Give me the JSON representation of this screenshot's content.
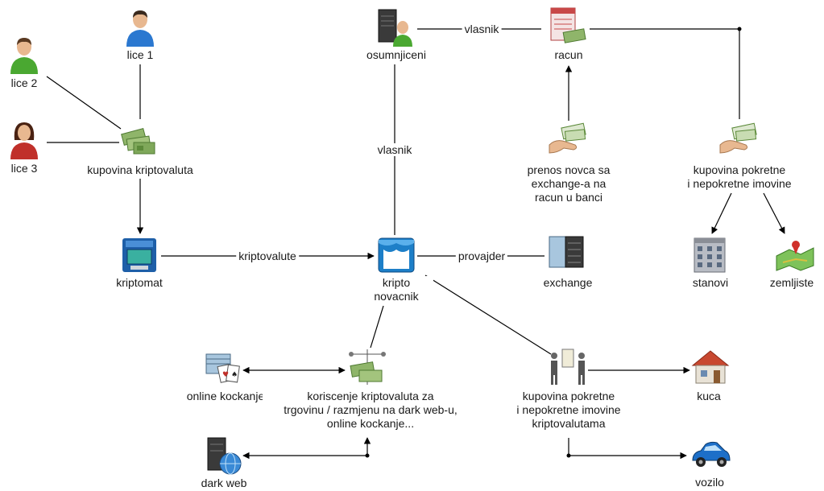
{
  "nodes": {
    "lice1": {
      "label": "lice 1",
      "icon": "person-blue-icon"
    },
    "lice2": {
      "label": "lice 2",
      "icon": "person-green-icon"
    },
    "lice3": {
      "label": "lice 3",
      "icon": "person-female-icon"
    },
    "kupovina_kripto": {
      "label": "kupovina kriptovaluta",
      "icon": "money-stack-icon"
    },
    "kriptomat": {
      "label": "kriptomat",
      "icon": "atm-icon"
    },
    "osumnjiceni": {
      "label": "osumnjiceni",
      "icon": "suspect-server-icon"
    },
    "racun": {
      "label": "racun",
      "icon": "bank-account-icon"
    },
    "prenos": {
      "line1": "prenos novca sa",
      "line2": "exchange-a na",
      "line3": "racun u banci",
      "icon": "money-transfer-icon"
    },
    "kupovina_imovine_top": {
      "line1": "kupovina pokretne",
      "line2": "i nepokretne imovine",
      "icon": "money-transfer-icon"
    },
    "kripto_novcanik": {
      "line1": "kripto",
      "line2": "novacnik",
      "icon": "wallet-store-icon"
    },
    "exchange": {
      "label": "exchange",
      "icon": "exchange-server-icon"
    },
    "stanovi": {
      "label": "stanovi",
      "icon": "apartment-building-icon"
    },
    "zemljiste": {
      "label": "zemljiste",
      "icon": "land-map-icon"
    },
    "online_kockanje": {
      "label": "online kockanje",
      "icon": "casino-cards-icon"
    },
    "koriscenje": {
      "line1": "koriscenje kriptovaluta za",
      "line2": "trgovinu / razmjenu na dark web-u,",
      "line3": "online kockanje...",
      "icon": "money-network-icon"
    },
    "dark_web": {
      "label": "dark web",
      "icon": "dark-web-globe-icon"
    },
    "kupovina_kripto_imovine": {
      "line1": "kupovina pokretne",
      "line2": "i nepokretne imovine",
      "line3": "kriptovalutama",
      "icon": "sale-sign-icon"
    },
    "kuca": {
      "label": "kuca",
      "icon": "house-icon"
    },
    "vozilo": {
      "label": "vozilo",
      "icon": "car-icon"
    }
  },
  "edge_labels": {
    "vlasnik_top": "vlasnik",
    "vlasnik_mid": "vlasnik",
    "kriptovalute": "kriptovalute",
    "provajder": "provajder"
  },
  "colors": {
    "line": "#000000",
    "money_green": "#6f9a4a",
    "person_blue": "#2b78d0",
    "person_green": "#4aa831",
    "person_red": "#c0302a",
    "wallet_blue": "#1d7fc8"
  }
}
